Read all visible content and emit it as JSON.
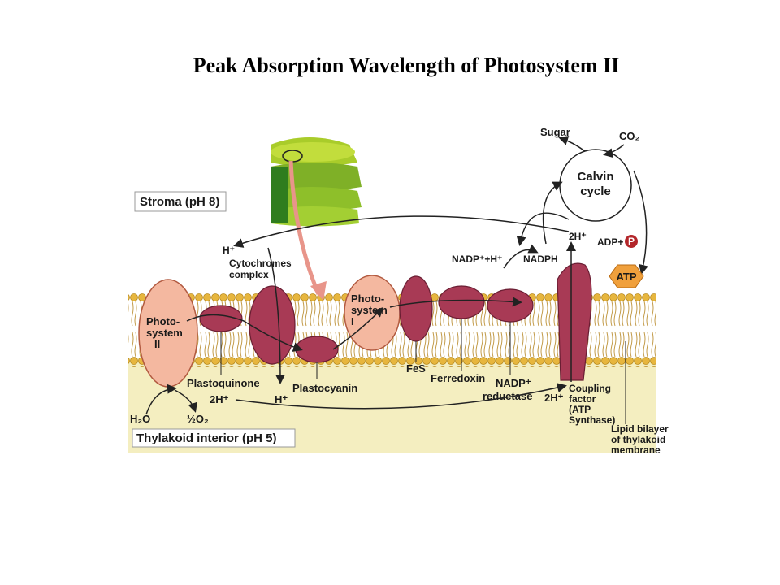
{
  "title": "Peak Absorption Wavelength of Photosystem II",
  "diagram": {
    "stroma": "Stroma (pH 8)",
    "thylakoid_interior": "Thylakoid interior (pH 5)",
    "sugar": "Sugar",
    "co2": "CO₂",
    "calvin_1": "Calvin",
    "calvin_2": "cycle",
    "adp": "ADP+",
    "p": "P",
    "atp": "ATP",
    "two_h_top": "2H⁺",
    "nadp": "NADP⁺+H⁺",
    "nadph": "NADPH",
    "h_plus_top": "H⁺",
    "cyto_1": "Cytochromes",
    "cyto_2": "complex",
    "ps2_1": "Photo-",
    "ps2_2": "system",
    "ps2_3": "II",
    "ps1_1": "Photo-",
    "ps1_2": "system",
    "ps1_3": "I",
    "plastoquinone": "Plastoquinone",
    "plastocyanin": "Plastocyanin",
    "fes": "FeS",
    "ferredoxin": "Ferredoxin",
    "nadp_red_1": "NADP⁺",
    "nadp_red_2": "reductase",
    "two_h_bottom_left": "2H⁺",
    "h_plus_bottom": "H⁺",
    "two_h_bottom_right": "2H⁺",
    "h2o": "H₂O",
    "o2": "½O₂",
    "coupling_1": "Coupling",
    "coupling_2": "factor",
    "coupling_3": "(ATP",
    "coupling_4": "Synthase)",
    "lipid_1": "Lipid bilayer",
    "lipid_2": "of thylakoid",
    "lipid_3": "membrane"
  }
}
